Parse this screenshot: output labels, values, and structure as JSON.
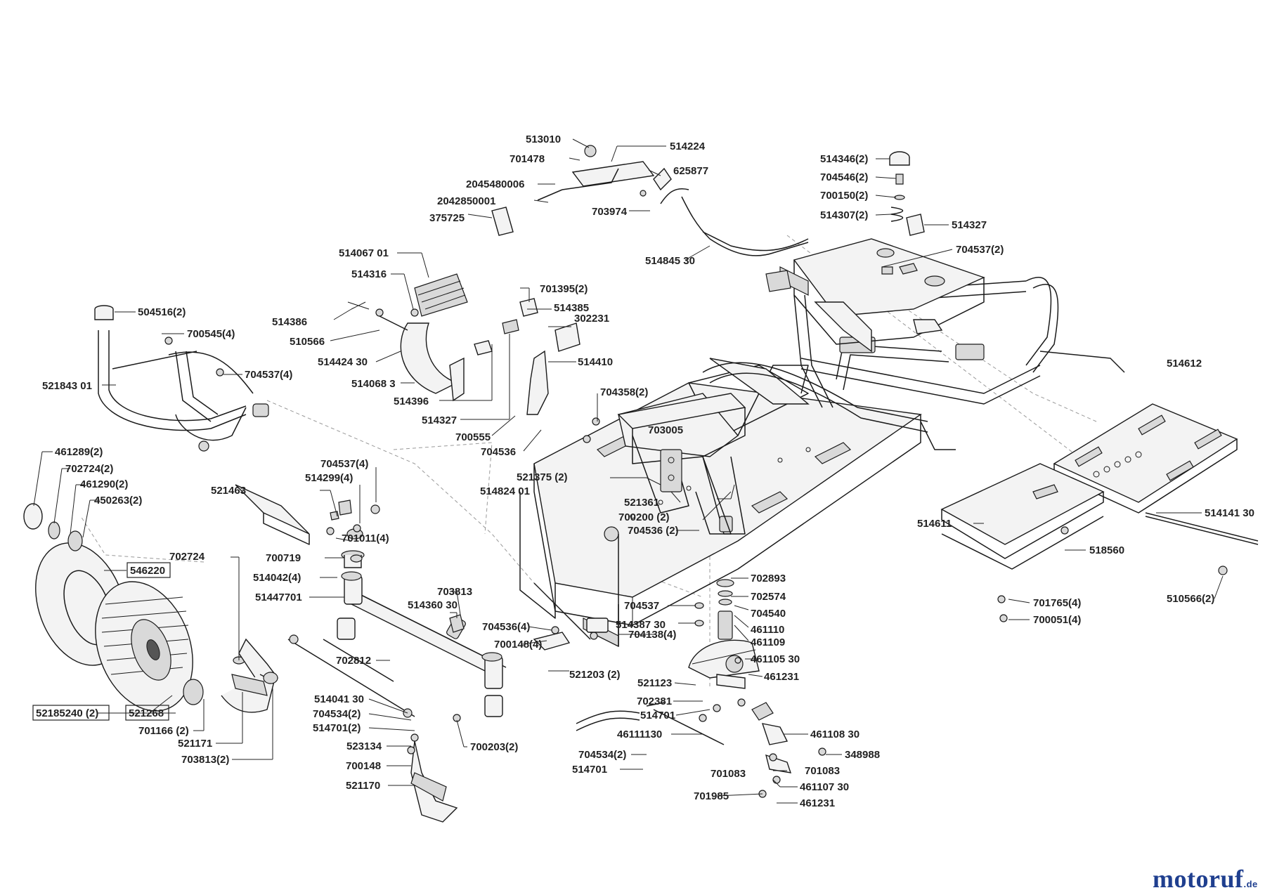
{
  "brand": {
    "name": "motoruf",
    "tld": ".de"
  },
  "colors": {
    "line": "#1a1a1a",
    "brand": "#1f3f8f",
    "brand_accent": "#e08a00"
  },
  "parts": [
    {
      "id": "p_513010",
      "text": "513010"
    },
    {
      "id": "p_514224",
      "text": "514224"
    },
    {
      "id": "p_701478",
      "text": "701478"
    },
    {
      "id": "p_625877",
      "text": "625877"
    },
    {
      "id": "p_2045480006",
      "text": "2045480006"
    },
    {
      "id": "p_2042850001",
      "text": "2042850001"
    },
    {
      "id": "p_703974",
      "text": "703974"
    },
    {
      "id": "p_375725",
      "text": "375725"
    },
    {
      "id": "p_514845_30",
      "text": "514845 30"
    },
    {
      "id": "p_514346_2",
      "text": "514346(2)"
    },
    {
      "id": "p_704546_2",
      "text": "704546(2)"
    },
    {
      "id": "p_700150_2",
      "text": "700150(2)"
    },
    {
      "id": "p_514307_2",
      "text": "514307(2)"
    },
    {
      "id": "p_514327_a",
      "text": "514327"
    },
    {
      "id": "p_704537_2",
      "text": "704537(2)"
    },
    {
      "id": "p_514067_01",
      "text": "514067 01"
    },
    {
      "id": "p_514316",
      "text": "514316"
    },
    {
      "id": "p_701395_2",
      "text": "701395(2)"
    },
    {
      "id": "p_514385",
      "text": "514385"
    },
    {
      "id": "p_302231",
      "text": "302231"
    },
    {
      "id": "p_514386",
      "text": "514386"
    },
    {
      "id": "p_510566",
      "text": "510566"
    },
    {
      "id": "p_514424_30",
      "text": "514424 30"
    },
    {
      "id": "p_514410",
      "text": "514410"
    },
    {
      "id": "p_514068_3",
      "text": "514068 3"
    },
    {
      "id": "p_514396",
      "text": "514396"
    },
    {
      "id": "p_514327_b",
      "text": "514327"
    },
    {
      "id": "p_700555",
      "text": "700555"
    },
    {
      "id": "p_704536",
      "text": "704536"
    },
    {
      "id": "p_504516_2",
      "text": "504516(2)"
    },
    {
      "id": "p_700545_4",
      "text": "700545(4)"
    },
    {
      "id": "p_704537_4a",
      "text": "704537(4)"
    },
    {
      "id": "p_521843_01",
      "text": "521843 01"
    },
    {
      "id": "p_704358_2",
      "text": "704358(2)"
    },
    {
      "id": "p_703005",
      "text": "703005"
    },
    {
      "id": "p_514612",
      "text": "514612"
    },
    {
      "id": "p_461289_2",
      "text": "461289(2)"
    },
    {
      "id": "p_702724_2",
      "text": "702724(2)"
    },
    {
      "id": "p_461290_2",
      "text": "461290(2)"
    },
    {
      "id": "p_450263_2",
      "text": "450263(2)"
    },
    {
      "id": "p_704537_4b",
      "text": "704537(4)"
    },
    {
      "id": "p_514299_4",
      "text": "514299(4)"
    },
    {
      "id": "p_521463",
      "text": "521463"
    },
    {
      "id": "p_701011_4",
      "text": "701011(4)"
    },
    {
      "id": "p_521375_2",
      "text": "521375 (2)"
    },
    {
      "id": "p_514824_01",
      "text": "514824 01"
    },
    {
      "id": "p_521361",
      "text": "521361"
    },
    {
      "id": "p_700200_2",
      "text": "700200 (2)"
    },
    {
      "id": "p_704536_2",
      "text": "704536 (2)"
    },
    {
      "id": "p_514611",
      "text": "514611"
    },
    {
      "id": "p_514141_30",
      "text": "514141 30"
    },
    {
      "id": "p_518560",
      "text": "518560"
    },
    {
      "id": "p_702724",
      "text": "702724"
    },
    {
      "id": "p_546220",
      "text": "546220"
    },
    {
      "id": "p_700719",
      "text": "700719"
    },
    {
      "id": "p_514042_4",
      "text": "514042(4)"
    },
    {
      "id": "p_51447701",
      "text": "51447701"
    },
    {
      "id": "p_703813",
      "text": "703813"
    },
    {
      "id": "p_514360_30",
      "text": "514360 30"
    },
    {
      "id": "p_702893",
      "text": "702893"
    },
    {
      "id": "p_702574",
      "text": "702574"
    },
    {
      "id": "p_704537",
      "text": "704537"
    },
    {
      "id": "p_704540",
      "text": "704540"
    },
    {
      "id": "p_514387_30",
      "text": "514387 30"
    },
    {
      "id": "p_461110",
      "text": "461110"
    },
    {
      "id": "p_461109",
      "text": "461109"
    },
    {
      "id": "p_701765_4",
      "text": "701765(4)"
    },
    {
      "id": "p_510566_2",
      "text": "510566(2)"
    },
    {
      "id": "p_700051_4",
      "text": "700051(4)"
    },
    {
      "id": "p_704536_4",
      "text": "704536(4)"
    },
    {
      "id": "p_700148_4",
      "text": "700148(4)"
    },
    {
      "id": "p_704138_4",
      "text": "704138(4)"
    },
    {
      "id": "p_461105_30",
      "text": "461105 30"
    },
    {
      "id": "p_702812",
      "text": "702812"
    },
    {
      "id": "p_521203_2",
      "text": "521203 (2)"
    },
    {
      "id": "p_521123",
      "text": "521123"
    },
    {
      "id": "p_461231_a",
      "text": "461231"
    },
    {
      "id": "p_702381",
      "text": "702381"
    },
    {
      "id": "p_52185240_2",
      "text": "52185240 (2)"
    },
    {
      "id": "p_521268",
      "text": "521268"
    },
    {
      "id": "p_514041_30",
      "text": "514041 30"
    },
    {
      "id": "p_514701_a",
      "text": "514701"
    },
    {
      "id": "p_701166_2",
      "text": "701166 (2)"
    },
    {
      "id": "p_704534_2a",
      "text": "704534(2)"
    },
    {
      "id": "p_514701_2",
      "text": "514701(2)"
    },
    {
      "id": "p_521171",
      "text": "521171"
    },
    {
      "id": "p_700203_2",
      "text": "700203(2)"
    },
    {
      "id": "p_46111130",
      "text": "46111130"
    },
    {
      "id": "p_461108_30",
      "text": "461108 30"
    },
    {
      "id": "p_523134",
      "text": "523134"
    },
    {
      "id": "p_703813_2",
      "text": "703813(2)"
    },
    {
      "id": "p_700148",
      "text": "700148"
    },
    {
      "id": "p_704534_2b",
      "text": "704534(2)"
    },
    {
      "id": "p_348988",
      "text": "348988"
    },
    {
      "id": "p_514701_b",
      "text": "514701"
    },
    {
      "id": "p_701083_a",
      "text": "701083"
    },
    {
      "id": "p_701083_b",
      "text": "701083"
    },
    {
      "id": "p_521170",
      "text": "521170"
    },
    {
      "id": "p_461107_30",
      "text": "461107 30"
    },
    {
      "id": "p_701985",
      "text": "701985"
    },
    {
      "id": "p_461231_b",
      "text": "461231"
    }
  ]
}
